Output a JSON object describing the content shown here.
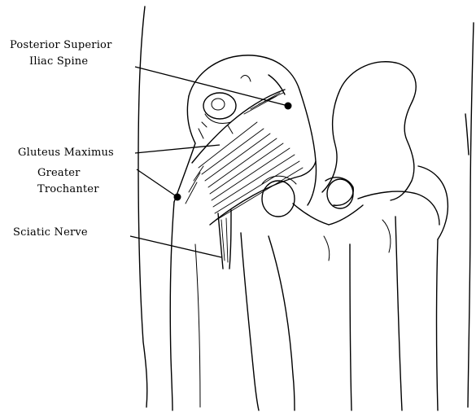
{
  "labels": {
    "psis_line1": "Posterior Superior",
    "psis_line2": "Iliac Spine",
    "gluteus": "Gluteus Maximus",
    "trochanter_line1": "Greater",
    "trochanter_line2": "Trochanter",
    "sciatic": "Sciatic Nerve"
  },
  "colors": {
    "ink": "#000000",
    "background": "#ffffff"
  }
}
